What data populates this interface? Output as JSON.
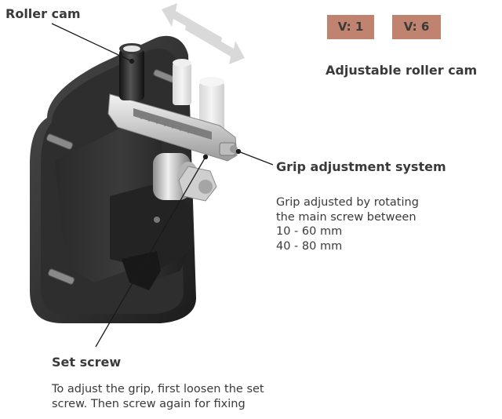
{
  "callouts": {
    "roller_cam": "Roller cam",
    "grip_adjustment": "Grip adjustment system",
    "set_screw": "Set screw"
  },
  "badges": [
    "V: 1",
    "V: 6"
  ],
  "badge_color": "#c0836f",
  "heading": "Adjustable roller cam",
  "grip_description": [
    "Grip adjusted by rotating",
    "the main screw between",
    "10 - 60 mm",
    "40 - 80 mm"
  ],
  "set_screw_description": [
    "To adjust the grip, first loosen the set",
    "screw. Then screw again for fixing"
  ]
}
